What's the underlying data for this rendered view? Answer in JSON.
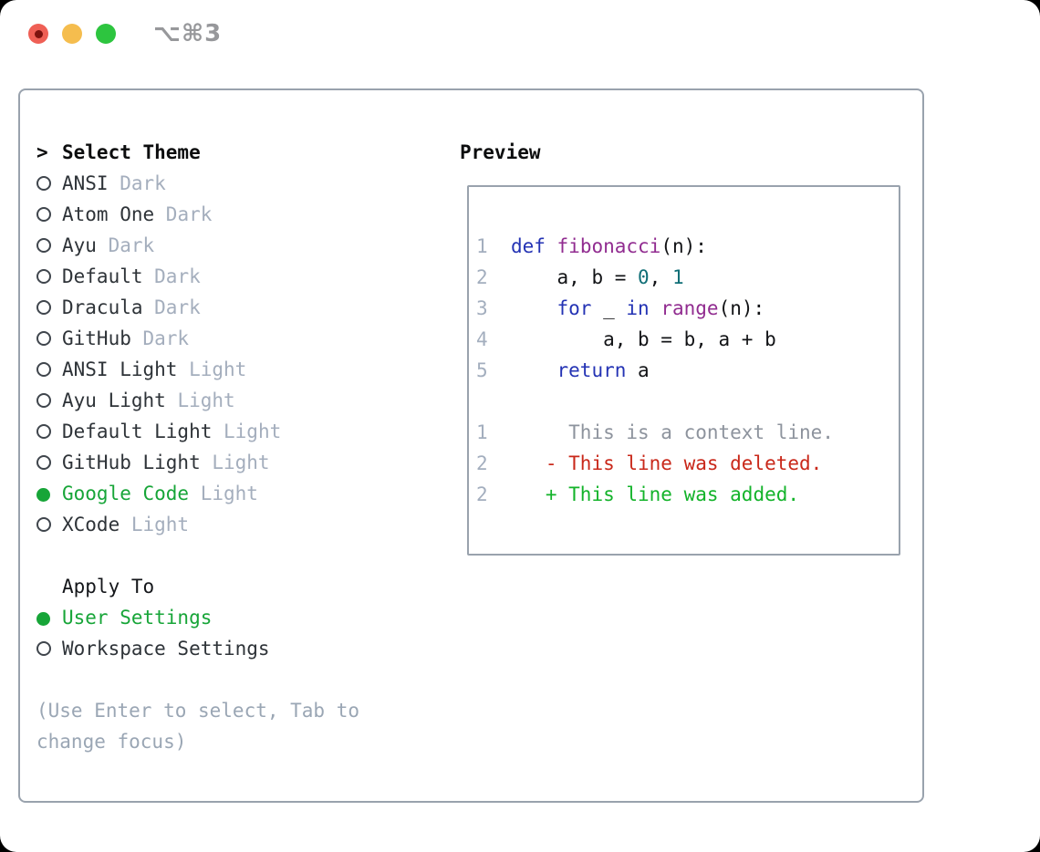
{
  "window": {
    "title": "⌥⌘3"
  },
  "titlebar": {
    "buttons": [
      {
        "name": "close",
        "color": "#ef5f55"
      },
      {
        "name": "minimize",
        "color": "#f5bd4e"
      },
      {
        "name": "zoom",
        "color": "#2dc53f"
      }
    ]
  },
  "colors": {
    "light_red": "#ef5f55",
    "light_red_dot": "#7d120e",
    "light_yellow": "#f5bd4e",
    "light_green": "#2dc53f",
    "titlebar_text": "#97989b",
    "panel_border": "#99a2ad",
    "ink": "#2e3338",
    "code": "#121316",
    "muted": "#a4aebd",
    "help": "#9aa6b4",
    "ln": "#a3aebe",
    "ctx": "#8d939d",
    "kw": "#2433b4",
    "fn": "#912c90",
    "num": "#0f6e76",
    "del": "#c9281a",
    "add": "#13b32a",
    "accent": "#17a538",
    "ring": "#3f454c"
  },
  "theme_panel": {
    "cursor": ">",
    "header": "Select Theme",
    "themes": [
      {
        "name": "ANSI",
        "variant": "Dark",
        "selected": false
      },
      {
        "name": "Atom One",
        "variant": "Dark",
        "selected": false
      },
      {
        "name": "Ayu",
        "variant": "Dark",
        "selected": false
      },
      {
        "name": "Default",
        "variant": "Dark",
        "selected": false
      },
      {
        "name": "Dracula",
        "variant": "Dark",
        "selected": false
      },
      {
        "name": "GitHub",
        "variant": "Dark",
        "selected": false
      },
      {
        "name": "ANSI Light",
        "variant": "Light",
        "selected": false
      },
      {
        "name": "Ayu Light",
        "variant": "Light",
        "selected": false
      },
      {
        "name": "Default Light",
        "variant": "Light",
        "selected": false
      },
      {
        "name": "GitHub Light",
        "variant": "Light",
        "selected": false
      },
      {
        "name": "Google Code",
        "variant": "Light",
        "selected": true
      },
      {
        "name": "XCode",
        "variant": "Light",
        "selected": false
      }
    ],
    "apply_to": {
      "header": "Apply To",
      "options": [
        {
          "label": "User Settings",
          "selected": true
        },
        {
          "label": "Workspace Settings",
          "selected": false
        }
      ]
    },
    "help_lines": [
      "(Use Enter to select, Tab to",
      "change focus)"
    ]
  },
  "preview": {
    "header": "Preview",
    "code_lines": [
      {
        "n": "1",
        "segments": [
          {
            "t": "def",
            "c": "kw"
          },
          {
            "t": " ",
            "c": "pl"
          },
          {
            "t": "fibonacci",
            "c": "fn"
          },
          {
            "t": "(n):",
            "c": "pl"
          }
        ]
      },
      {
        "n": "2",
        "segments": [
          {
            "t": "    a, b = ",
            "c": "pl"
          },
          {
            "t": "0",
            "c": "num"
          },
          {
            "t": ", ",
            "c": "pl"
          },
          {
            "t": "1",
            "c": "num"
          }
        ]
      },
      {
        "n": "3",
        "segments": [
          {
            "t": "    ",
            "c": "pl"
          },
          {
            "t": "for",
            "c": "kw"
          },
          {
            "t": " _ ",
            "c": "pl"
          },
          {
            "t": "in",
            "c": "kw"
          },
          {
            "t": " ",
            "c": "pl"
          },
          {
            "t": "range",
            "c": "fn"
          },
          {
            "t": "(n):",
            "c": "pl"
          }
        ]
      },
      {
        "n": "4",
        "segments": [
          {
            "t": "        a, b = b, a + b",
            "c": "pl"
          }
        ]
      },
      {
        "n": "5",
        "segments": [
          {
            "t": "    ",
            "c": "pl"
          },
          {
            "t": "return",
            "c": "kw"
          },
          {
            "t": " a",
            "c": "pl"
          }
        ]
      },
      {
        "n": "",
        "segments": []
      },
      {
        "n": "1",
        "segments": [
          {
            "t": "     This is a context line.",
            "c": "ctx"
          }
        ]
      },
      {
        "n": "2",
        "segments": [
          {
            "t": "   - This line was deleted.",
            "c": "del"
          }
        ]
      },
      {
        "n": "2",
        "segments": [
          {
            "t": "   + This line was added.",
            "c": "add"
          }
        ]
      }
    ]
  }
}
